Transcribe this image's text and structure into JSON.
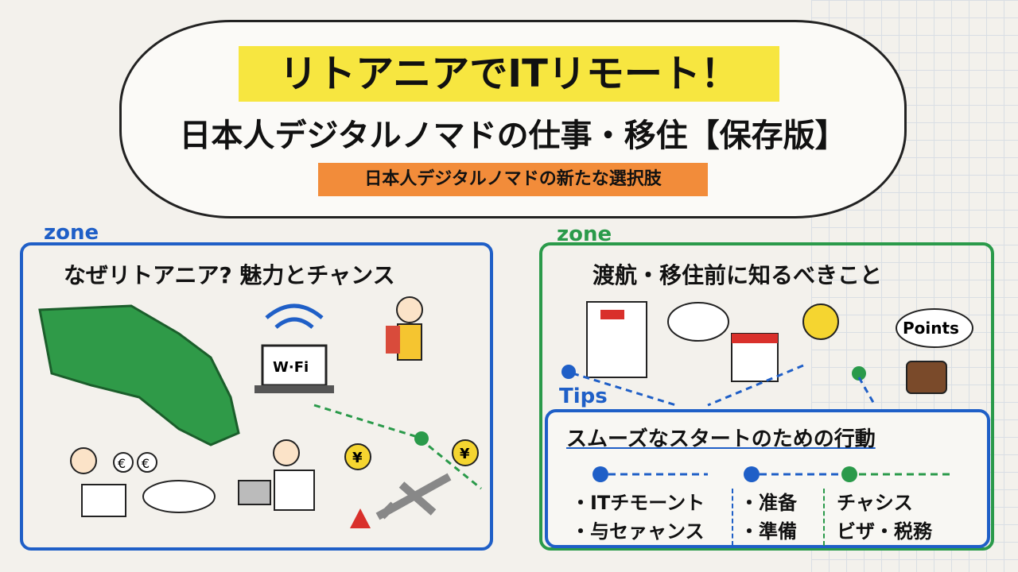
{
  "header": {
    "title_line1": "リトアニアでITリモート！",
    "title_line2": "日本人デジタルノマドの仕事・移住【保存版】",
    "subtitle": "日本人デジタルノマドの新たな選択肢"
  },
  "left_zone": {
    "tag": "zone",
    "heading": "なぜリトアニア? 魅力とチャンス",
    "wifi_label": "W·Fi",
    "euro": "€",
    "yen": "¥"
  },
  "right_zone": {
    "tag": "zone",
    "heading": "渡航・移住前に知るべきこと",
    "points_label": "Points"
  },
  "tips": {
    "tag": "Tips",
    "heading": "スムーズなスタートのための行動",
    "columns": [
      {
        "items": [
          "・ITチモーント",
          "・与セァャンス"
        ]
      },
      {
        "items": [
          "・准备",
          "・準備"
        ]
      },
      {
        "items": [
          "チャシス",
          "ビザ・税務"
        ]
      }
    ]
  },
  "colors": {
    "blue": "#1f5fc7",
    "green": "#2a9a4a",
    "yellow": "#f7e640",
    "orange": "#f28c3a"
  }
}
